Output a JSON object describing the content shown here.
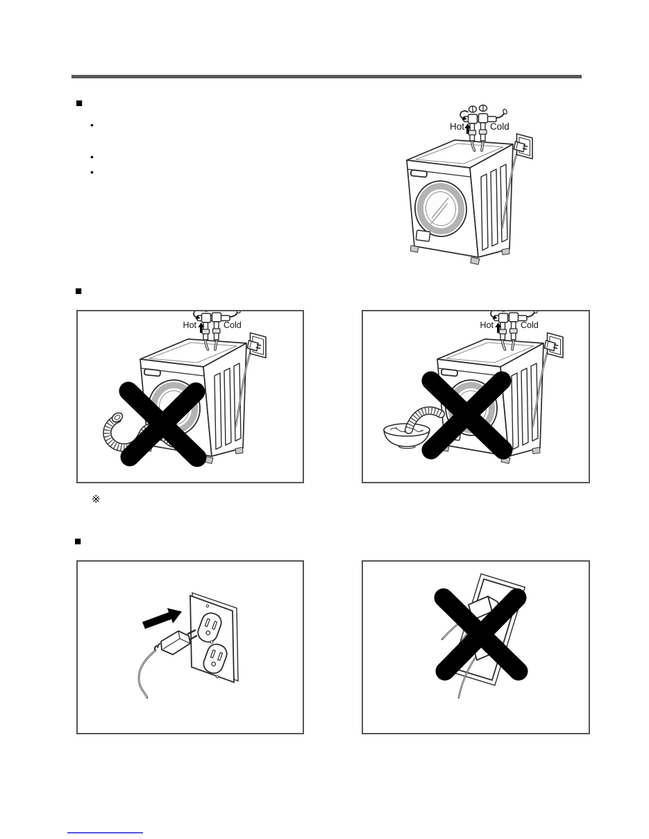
{
  "glyphs": {
    "section_marker": "■",
    "bullet": "•",
    "reference_mark": "※"
  },
  "bullets": [
    "•",
    "•",
    "•"
  ],
  "labels": {
    "hot": "Hot",
    "cold": "Cold"
  },
  "colors": {
    "background": "#ffffff",
    "divider": "#58585a",
    "line_art": "#2b2b2b",
    "x_mark": "#000000",
    "door_ring": "#b3b3b3",
    "box_border": "#555555",
    "footer_underline": "#5456dd"
  },
  "icons": {
    "top_illustration": "washer-hot-cold-hookup-with-outlet",
    "drain_floor_illustration": "drain-hose-on-floor-prohibited-x",
    "drain_basin_illustration": "drain-hose-into-basin-prohibited-x",
    "plug_insert_illustration": "plug-into-wall-outlet-arrow",
    "overload_illustration": "overloaded-outlet-prohibited-x"
  }
}
